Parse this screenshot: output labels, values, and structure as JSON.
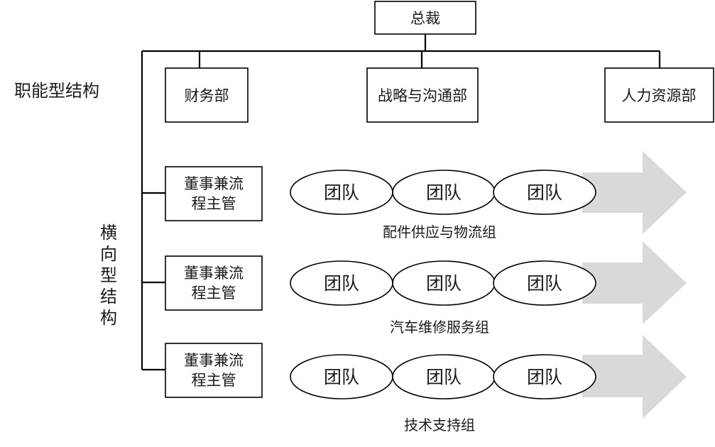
{
  "ceo": "总裁",
  "functional": {
    "label": "职能型结构",
    "departments": [
      "财务部",
      "战略与沟通部",
      "人力资源部"
    ]
  },
  "horizontal": {
    "label": [
      "横",
      "向",
      "型",
      "结",
      "构"
    ],
    "manager": [
      "董事兼流",
      "程主管"
    ],
    "groups": [
      {
        "name": "配件供应与物流组",
        "teams": [
          "团队",
          "团队",
          "团队"
        ]
      },
      {
        "name": "汽车维修服务组",
        "teams": [
          "团队",
          "团队",
          "团队"
        ]
      },
      {
        "name": "技术支持组",
        "teams": [
          "团队",
          "团队",
          "团队"
        ]
      }
    ]
  },
  "colors": {
    "line": "#000000",
    "arrow": "#d9d9d9",
    "box_fill": "#ffffff"
  }
}
